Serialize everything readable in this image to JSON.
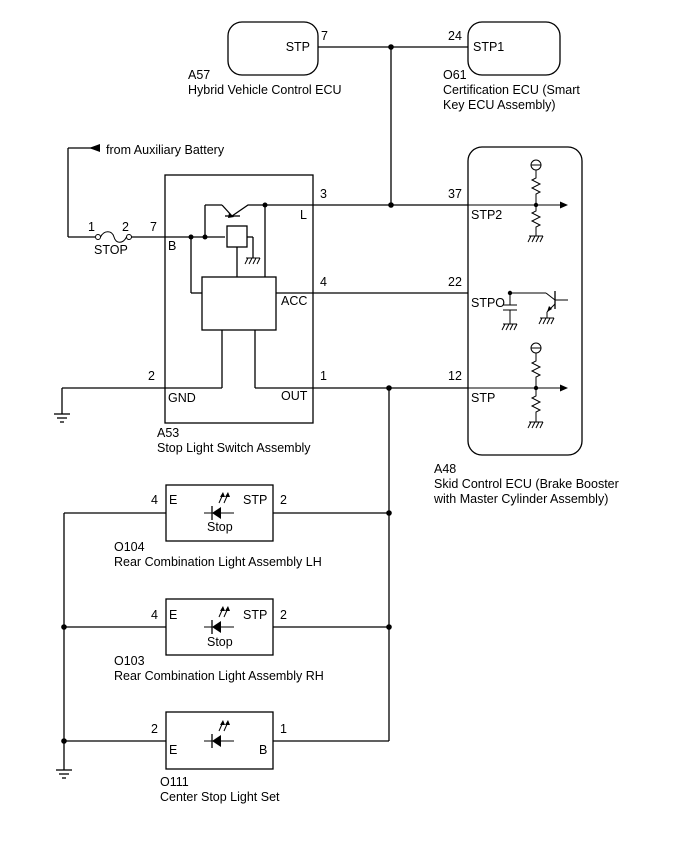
{
  "components": {
    "a57": {
      "code": "A57",
      "name": "Hybrid Vehicle Control ECU",
      "pin_label": "STP",
      "pin_number": "7"
    },
    "o61": {
      "code": "O61",
      "name_line1": "Certification ECU (Smart",
      "name_line2": "Key ECU Assembly)",
      "pin_label": "STP1",
      "pin_number": "24"
    },
    "a53": {
      "code": "A53",
      "name": "Stop Light Switch Assembly",
      "pins": {
        "b": "B",
        "l": "L",
        "acc": "ACC",
        "gnd": "GND",
        "out": "OUT"
      },
      "pin_numbers": {
        "b": "7",
        "l": "3",
        "acc": "4",
        "gnd": "2",
        "out": "1"
      }
    },
    "a48": {
      "code": "A48",
      "name_line1": "Skid Control ECU (Brake Booster",
      "name_line2": "with Master Cylinder Assembly)",
      "pins": {
        "stp2": "STP2",
        "stpo": "STPO",
        "stp": "STP"
      },
      "pin_numbers": {
        "stp2": "37",
        "stpo": "22",
        "stp": "12"
      }
    },
    "o104": {
      "code": "O104",
      "name": "Rear Combination Light Assembly LH",
      "left_label": "E",
      "right_label": "STP",
      "lamp_label": "Stop",
      "left_pin": "4",
      "right_pin": "2"
    },
    "o103": {
      "code": "O103",
      "name": "Rear Combination Light Assembly RH",
      "left_label": "E",
      "right_label": "STP",
      "lamp_label": "Stop",
      "left_pin": "4",
      "right_pin": "2"
    },
    "o111": {
      "code": "O111",
      "name": "Center Stop Light Set",
      "left_label": "E",
      "right_label": "B",
      "left_pin": "2",
      "right_pin": "1"
    }
  },
  "fuse": {
    "name": "STOP",
    "pin_left": "1",
    "pin_right": "2"
  },
  "battery_source": "from Auxiliary Battery"
}
